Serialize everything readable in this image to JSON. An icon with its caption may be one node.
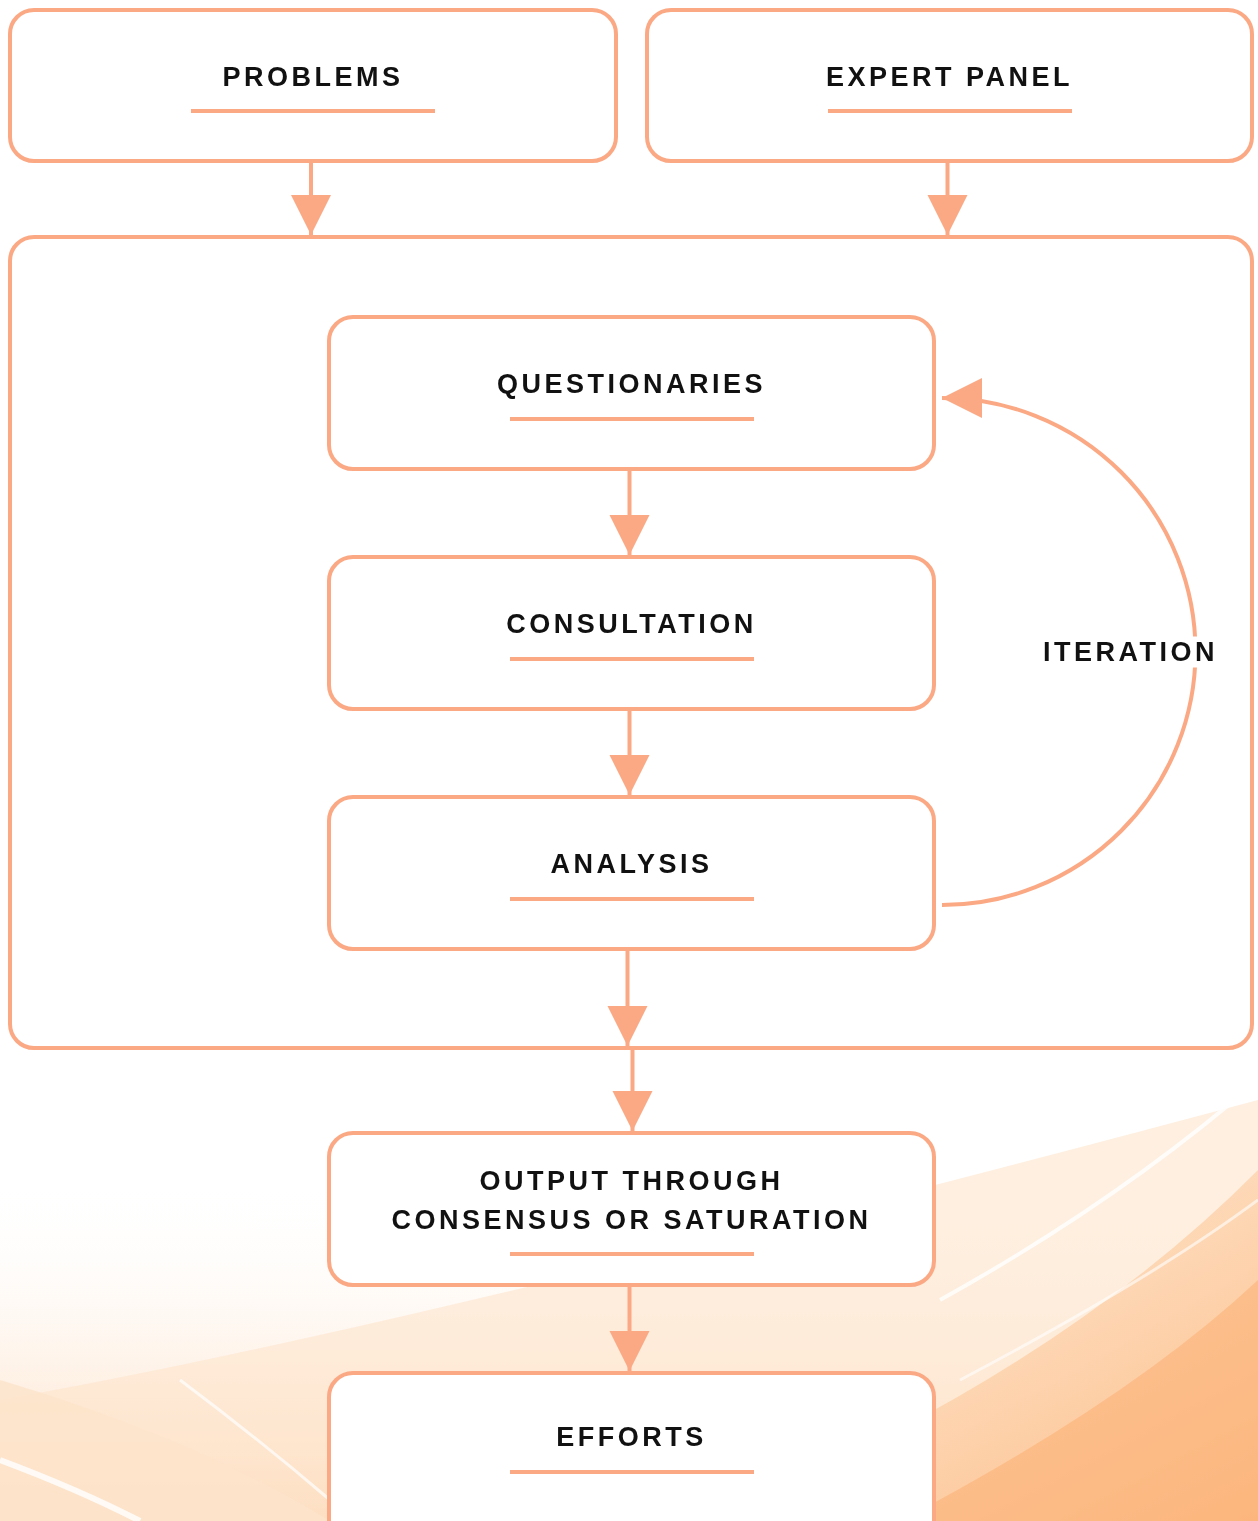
{
  "diagram": {
    "nodes": [
      {
        "text": [
          "PROBLEMS"
        ]
      },
      {
        "text": [
          "EXPERT PANEL"
        ]
      },
      {
        "text": [],
        "shape": "box"
      },
      {
        "text": [
          "QUESTIONARIES"
        ],
        "in": 2
      },
      {
        "text": [
          "CONSULTATION"
        ],
        "in": 2
      },
      {
        "text": [
          "ANALYSIS"
        ],
        "in": 2
      },
      {
        "text": [
          "OUTPUT THROUGH CONSENSUS OR SATURATION"
        ]
      },
      {
        "text": [
          "EFFORTS"
        ]
      }
    ],
    "edges": [
      {
        "from": 0,
        "to": 2,
        "arrow": "to"
      },
      {
        "from": 1,
        "to": 2,
        "arrow": "to"
      },
      {
        "from": 3,
        "to": 4,
        "arrow": "to"
      },
      {
        "from": 4,
        "to": 5,
        "arrow": "to"
      },
      {
        "from": 5,
        "to": 3,
        "arrow": "to",
        "label": "ITERATION"
      },
      {
        "from": 5,
        "to": 2,
        "arrow": "to"
      },
      {
        "from": 2,
        "to": 6,
        "arrow": "to"
      },
      {
        "from": 6,
        "to": 7,
        "arrow": "to"
      }
    ]
  }
}
